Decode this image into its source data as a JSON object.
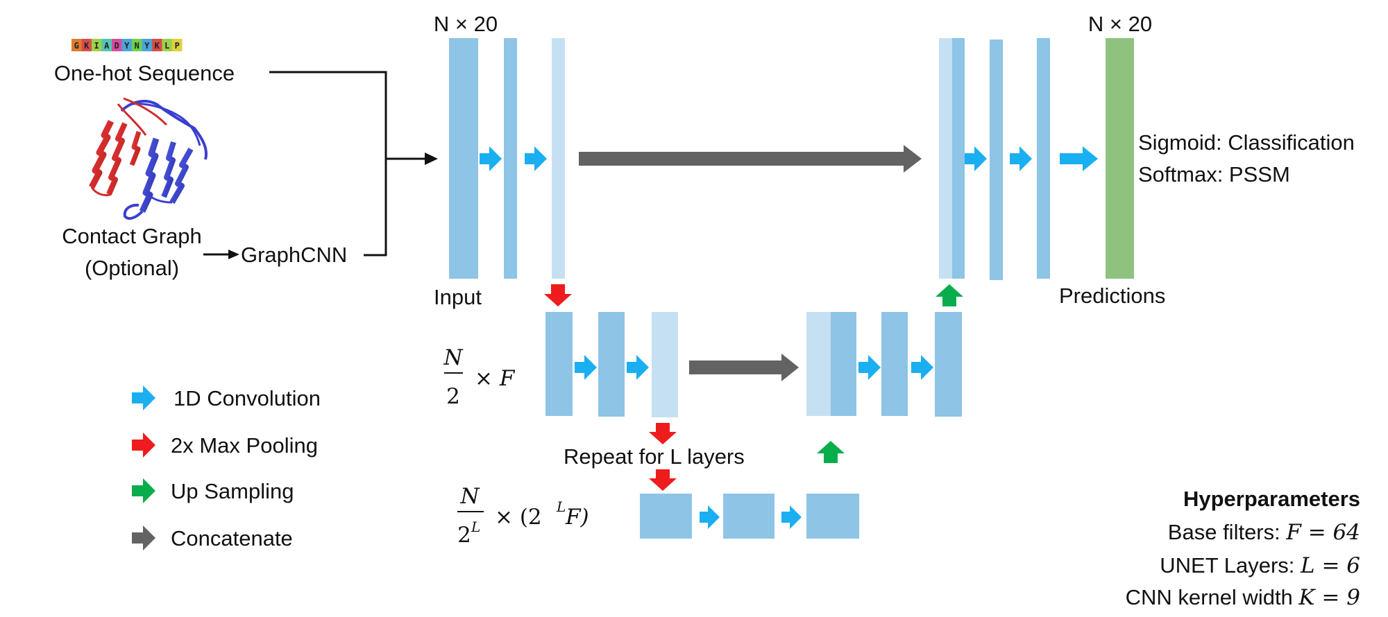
{
  "colors": {
    "block": "#8ec4e6",
    "block_light": "#c5e0f3",
    "output": "#90c27f",
    "conv_arrow": "#1aaff0",
    "pool_arrow": "#ee1c1c",
    "up_arrow": "#0aad4c",
    "concat_arrow": "#636363",
    "line": "#111111"
  },
  "inputs": {
    "sequence_letters": [
      "G",
      "K",
      "I",
      "A",
      "D",
      "Y",
      "N",
      "Y",
      "K",
      "L",
      "P"
    ],
    "sequence_letter_colors": [
      "#e07c30",
      "#d94c4c",
      "#9bd24a",
      "#52c6b2",
      "#d94ca0",
      "#4aa5d9",
      "#6fd04a",
      "#4aa5d9",
      "#d94c4c",
      "#9bd24a",
      "#e0d040"
    ],
    "sequence_label": "One-hot Sequence",
    "graph_label_line1": "Contact Graph",
    "graph_label_line2": "(Optional)",
    "graphcnn_label": "GraphCNN"
  },
  "top_row": {
    "input_dim": "N × 20",
    "output_dim": "N × 20",
    "input_label": "Input",
    "predictions_label": "Predictions",
    "sigmoid_label": "Sigmoid: Classification",
    "softmax_label": "Softmax: PSSM"
  },
  "middle_row": {
    "dim_num": "N",
    "dim_den": "2",
    "dim_suffix": "× F",
    "repeat_label": "Repeat for L layers"
  },
  "bottom_row": {
    "dim_num": "N",
    "dim_den_base": "2",
    "dim_den_exp": "L",
    "dim_suffix_a": "× (2",
    "dim_suffix_exp": "L",
    "dim_suffix_b": "F)"
  },
  "legend": [
    {
      "type": "conv",
      "label": "1D Convolution"
    },
    {
      "type": "pool",
      "label": "2x Max Pooling"
    },
    {
      "type": "up",
      "label": "Up Sampling"
    },
    {
      "type": "concat",
      "label": "Concatenate"
    }
  ],
  "hyperparameters": {
    "title": "Hyperparameters",
    "items": [
      {
        "text": "Base filters: ",
        "math": "F = 64"
      },
      {
        "text": "UNET Layers: ",
        "math": "L = 6"
      },
      {
        "text": "CNN kernel width ",
        "math": "K = 9"
      }
    ]
  }
}
